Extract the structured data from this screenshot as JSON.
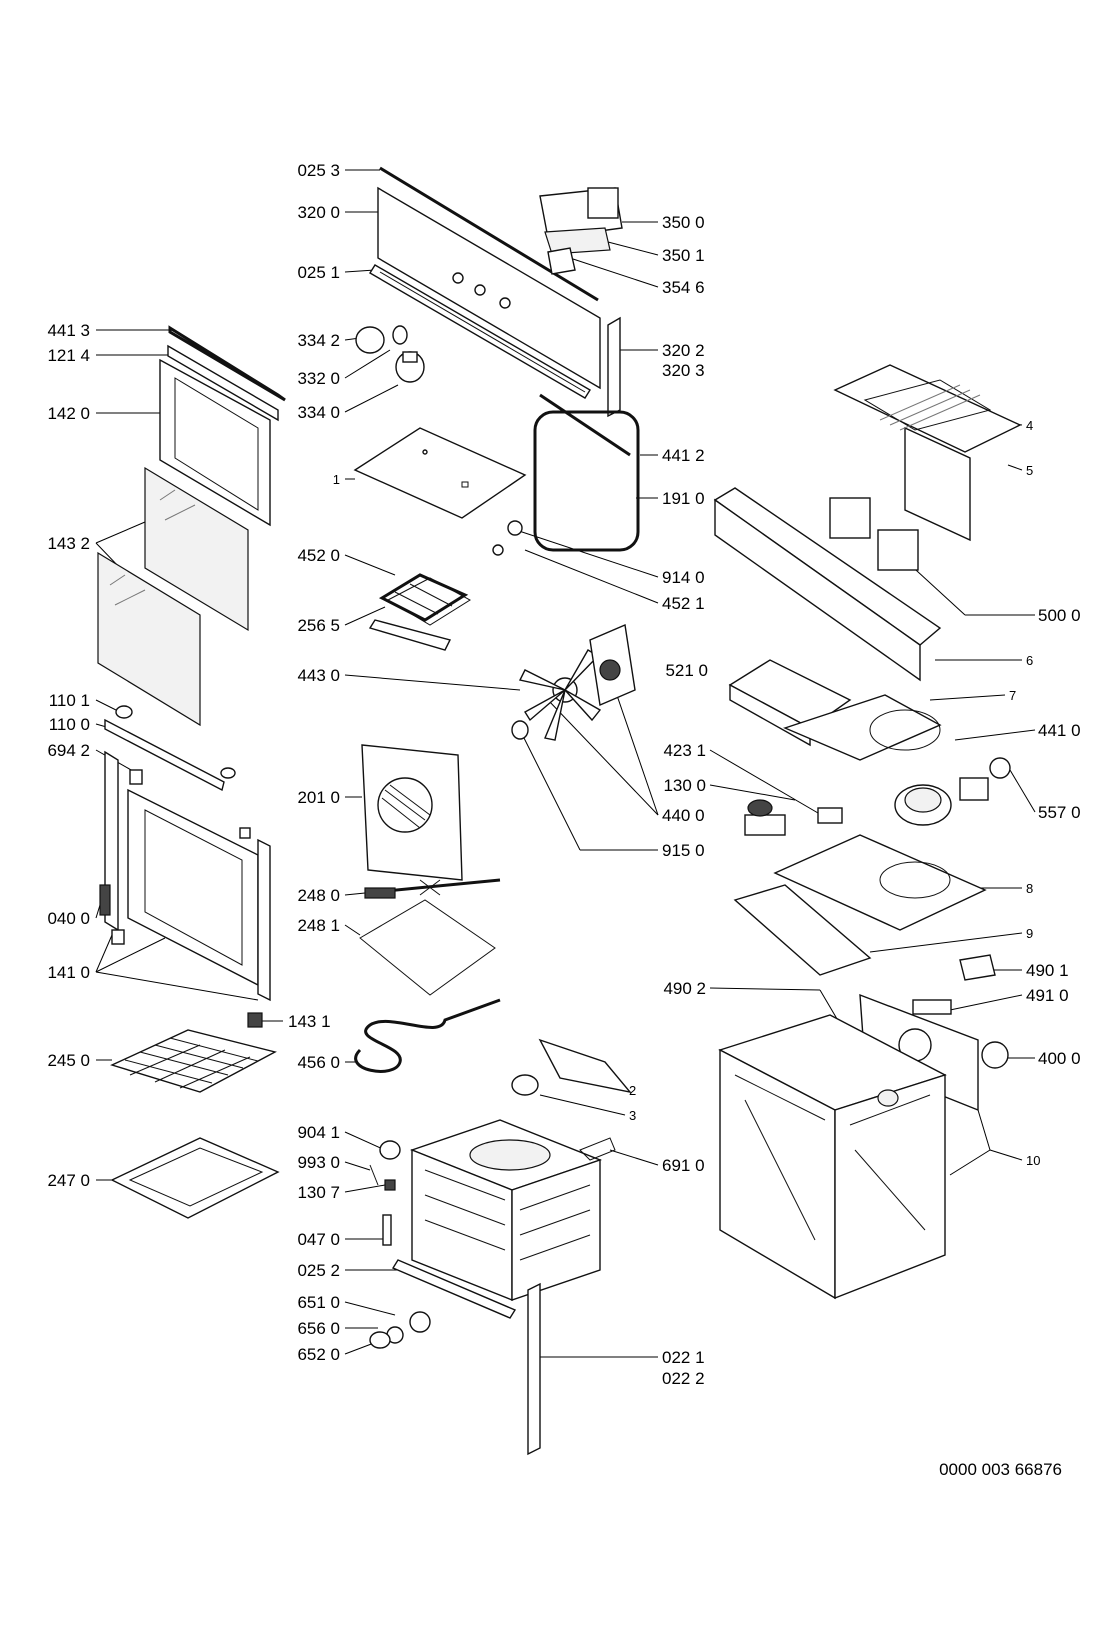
{
  "diagram": {
    "doc_number": "0000 003 66876",
    "labels": [
      "025 3",
      "320 0",
      "025 1",
      "350 0",
      "350 1",
      "354 6",
      "441 3",
      "121 4",
      "334 2",
      "332 0",
      "334 0",
      "320 2",
      "320 3",
      "142 0",
      "441 2",
      "1",
      "191 0",
      "4",
      "5",
      "143 2",
      "452 0",
      "914 0",
      "452 1",
      "256 5",
      "500 0",
      "443 0",
      "521 0",
      "6",
      "7",
      "110 1",
      "110 0",
      "441 0",
      "694 2",
      "423 1",
      "201 0",
      "130 0",
      "440 0",
      "557 0",
      "915 0",
      "248 0",
      "8",
      "040 0",
      "248 1",
      "9",
      "141 0",
      "490 1",
      "490 2",
      "491 0",
      "143 1",
      "245 0",
      "456 0",
      "2",
      "400 0",
      "3",
      "904 1",
      "993 0",
      "691 0",
      "10",
      "247 0",
      "130 7",
      "047 0",
      "025 2",
      "651 0",
      "656 0",
      "652 0",
      "022 1",
      "022 2"
    ]
  }
}
